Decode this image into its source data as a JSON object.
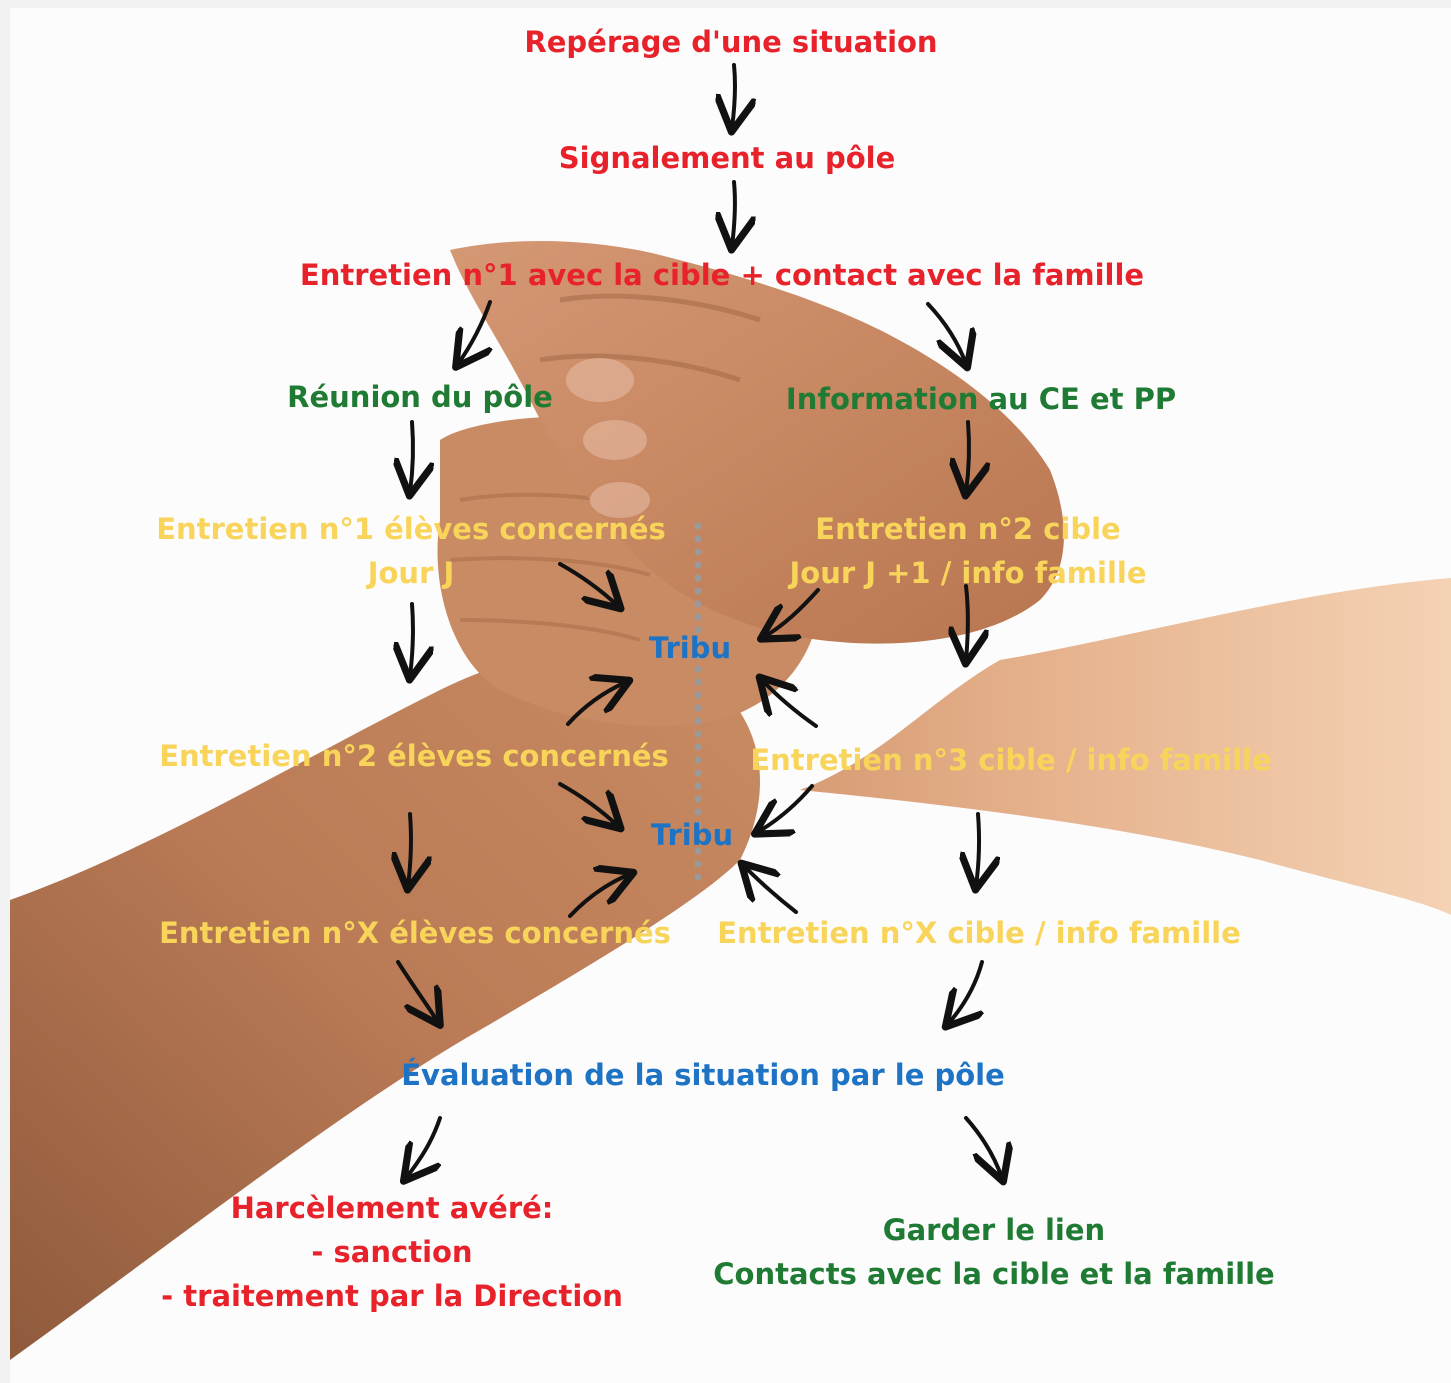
{
  "colors": {
    "red": "#e8222a",
    "green": "#1f7a33",
    "yellow": "#f8d55a",
    "blue": "#1e73c4",
    "arrow": "#111111"
  },
  "nodes": {
    "reperage": "Repérage d'une situation",
    "signalement": "Signalement au pôle",
    "entretien1_cible": "Entretien n°1 avec la cible + contact avec la famille",
    "reunion": "Réunion du pôle",
    "information": "Information au CE et PP",
    "entretien1_eleves": {
      "line1": "Entretien n°1 élèves concernés",
      "line2": "Jour J"
    },
    "entretien2_cible": {
      "line1": "Entretien n°2 cible",
      "line2": "Jour J +1 / info famille"
    },
    "tribu_1": "Tribu",
    "entretien2_eleves": "Entretien n°2 élèves concernés",
    "entretien3_cible": "Entretien n°3 cible / info famille",
    "tribu_2": "Tribu",
    "entretienX_eleves": "Entretien n°X élèves concernés",
    "entretienX_cible": "Entretien n°X cible / info famille",
    "evaluation": "Évaluation de la situation par le pôle",
    "harcelement": {
      "line1": "Harcèlement avéré:",
      "line2": "- sanction",
      "line3": "- traitement par la Direction"
    },
    "garder": {
      "line1": "Garder le lien",
      "line2": "Contacts avec la cible et la famille"
    }
  }
}
